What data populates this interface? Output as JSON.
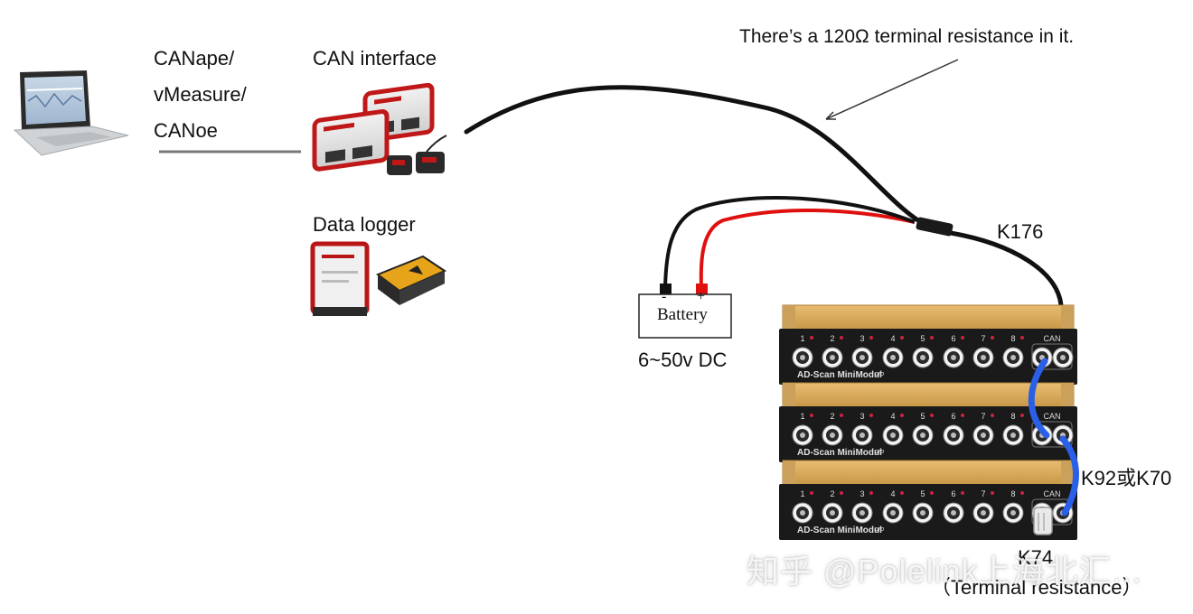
{
  "software_lines": [
    "CANape/",
    "vMeasure/",
    "CANoe"
  ],
  "can_interface_label": "CAN interface",
  "data_logger_label": "Data logger",
  "annotation": "There’s a 120Ω terminal resistance in it.",
  "battery": {
    "label": "Battery",
    "minus": "-",
    "plus": "+",
    "voltage": "6~50v DC"
  },
  "cable_labels": {
    "main": "K176",
    "between": "K92或K70",
    "terminator": "K74",
    "terminator_note": "（Terminal resistance）"
  },
  "module": {
    "brand": "AD-Scan MiniModul",
    "brand_suffix": "pro",
    "can_label": "CAN",
    "channels": [
      "1",
      "2",
      "3",
      "4",
      "5",
      "6",
      "7",
      "8"
    ]
  },
  "watermark": "知乎 @Polelink上海北汇...",
  "colors": {
    "wire_black": "#111111",
    "wire_red": "#e01010",
    "link_blue": "#2a5fe8",
    "module_gold": "#d8a75a",
    "module_black": "#1a1a1a"
  }
}
